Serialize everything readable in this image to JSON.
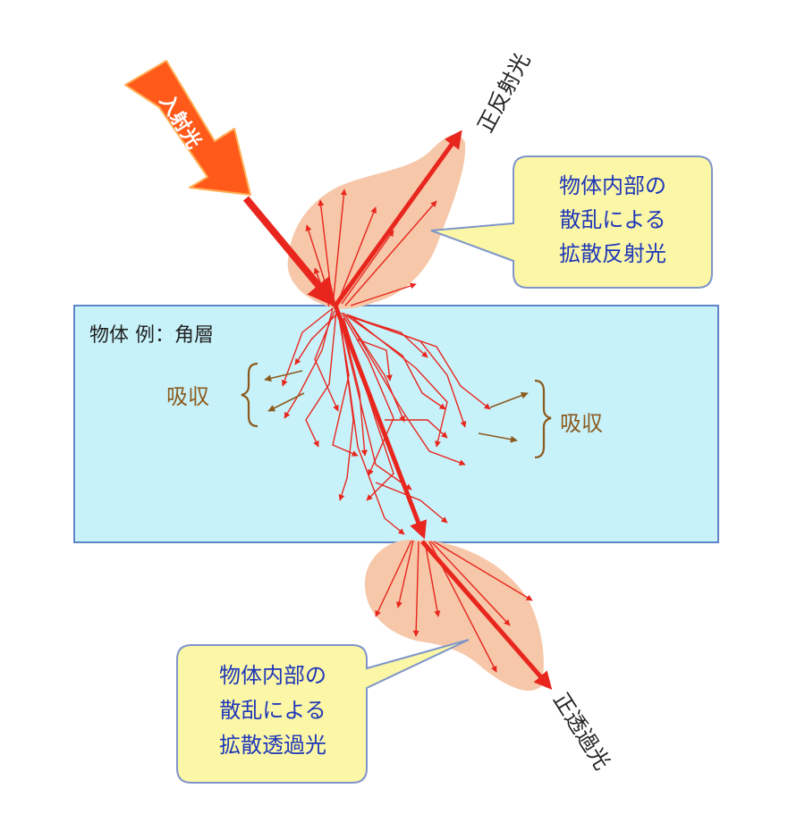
{
  "labels": {
    "incident": "入射光",
    "specular_reflection": "正反射光",
    "specular_transmission": "正透過光",
    "object": "物体 例：角層",
    "absorption_left": "吸収",
    "absorption_right": "吸収"
  },
  "callouts": {
    "reflection": {
      "lines": [
        "物体内部の",
        "散乱による",
        "拡散反射光"
      ]
    },
    "transmission": {
      "lines": [
        "物体内部の",
        "散乱による",
        "拡散透過光"
      ]
    }
  },
  "colors": {
    "incident_fill": "#ff5a1a",
    "light_arrow": "#e8261e",
    "object_fill": "#c8f2fa",
    "object_border": "#5f84c6",
    "scatter_cloud": "#f6c7a8",
    "callout_fill": "#fbf7a6",
    "callout_border": "#7f95c9",
    "callout_text": "#1f37b8",
    "absorption": "#8c5a1d",
    "label_text": "#222222"
  }
}
